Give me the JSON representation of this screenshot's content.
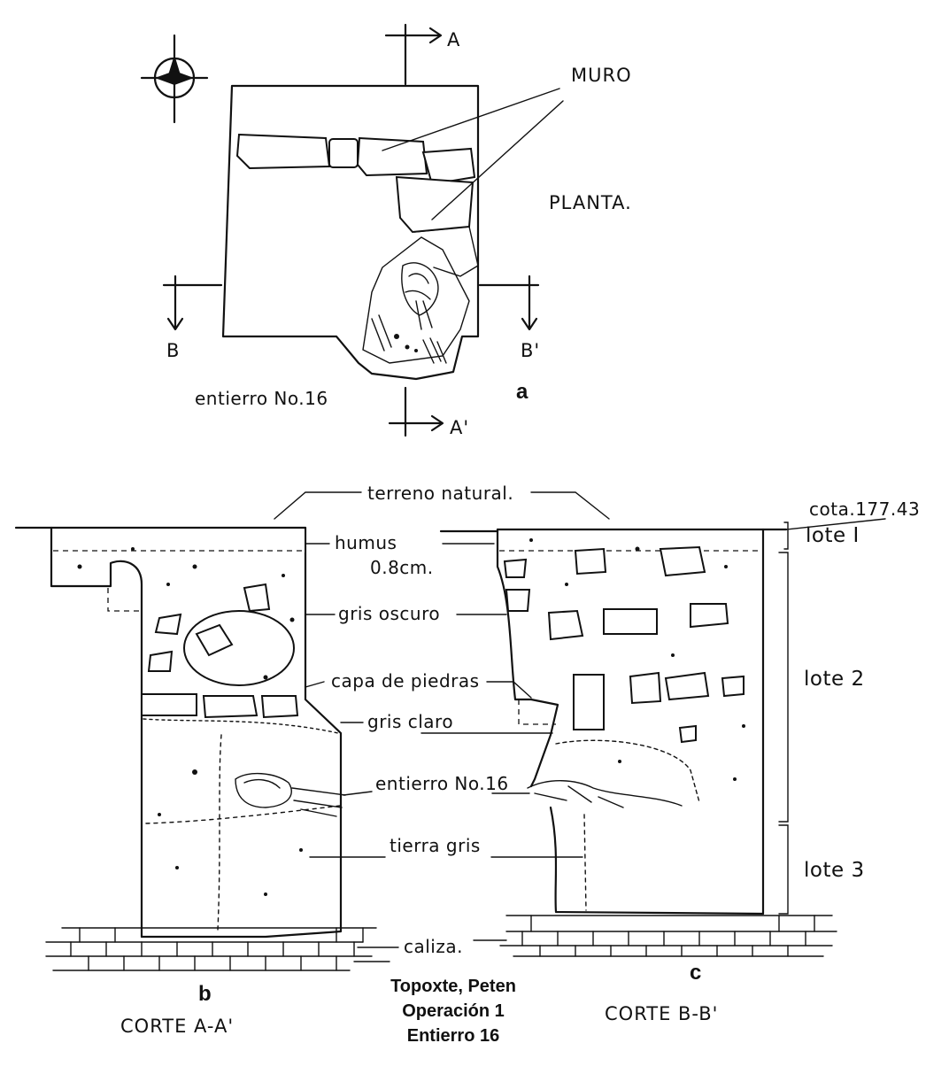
{
  "plan": {
    "label_a": "a",
    "muro": "MURO",
    "planta": "PLANTA.",
    "burial": "entierro No.16",
    "section_marks": {
      "A": "A",
      "A_prime": "A'",
      "B": "B",
      "B_prime": "B'"
    },
    "north_icon": "north-arrow-icon"
  },
  "section_b": {
    "label": "b",
    "title": "CORTE A-A'"
  },
  "section_c": {
    "label": "c",
    "title": "CORTE B-B'"
  },
  "labels": {
    "terreno": "terreno natural.",
    "cota": "cota.177.43",
    "humus": "humus",
    "humus_depth": "0.8cm.",
    "gris_oscuro": "gris oscuro",
    "capa": "capa de piedras",
    "gris_claro": "gris claro",
    "entierro": "entierro No.16",
    "tierra_gris": "tierra gris",
    "caliza": "caliza.",
    "lote1": "lote I",
    "lote2": "lote 2",
    "lote3": "lote 3"
  },
  "caption": {
    "line1": "Topoxte, Peten",
    "line2": "Operación 1",
    "line3": "Entierro 16"
  }
}
